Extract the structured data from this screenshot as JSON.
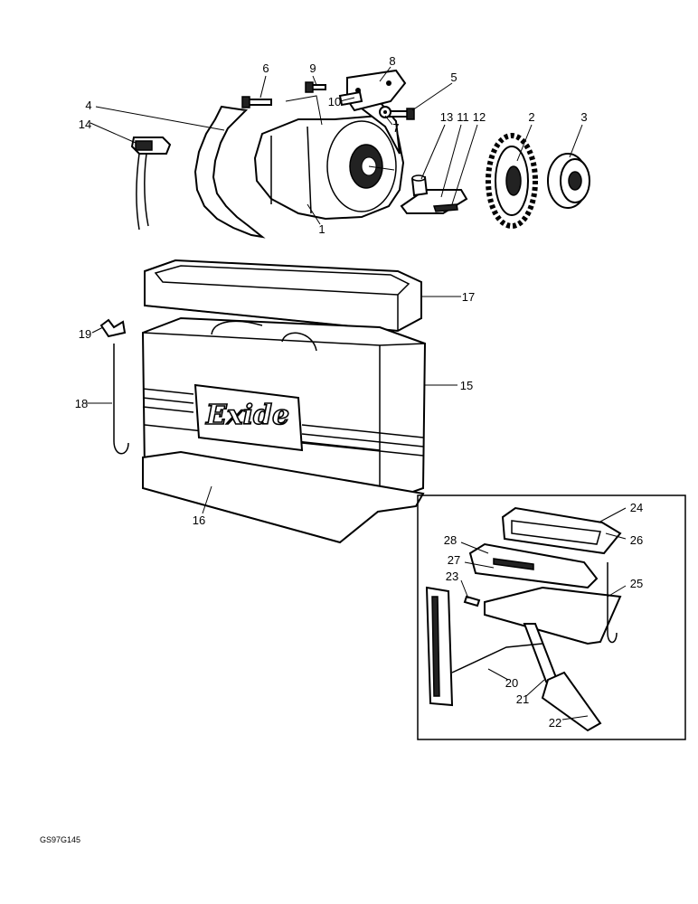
{
  "brand_text": "Exide",
  "figure_code": "GS97G145",
  "callouts": [
    "1",
    "2",
    "3",
    "4",
    "5",
    "6",
    "7",
    "8",
    "9",
    "10",
    "11",
    "12",
    "13",
    "14",
    "15",
    "16",
    "17",
    "18",
    "19",
    "20",
    "21",
    "22",
    "23",
    "24",
    "25",
    "26",
    "27",
    "28"
  ]
}
